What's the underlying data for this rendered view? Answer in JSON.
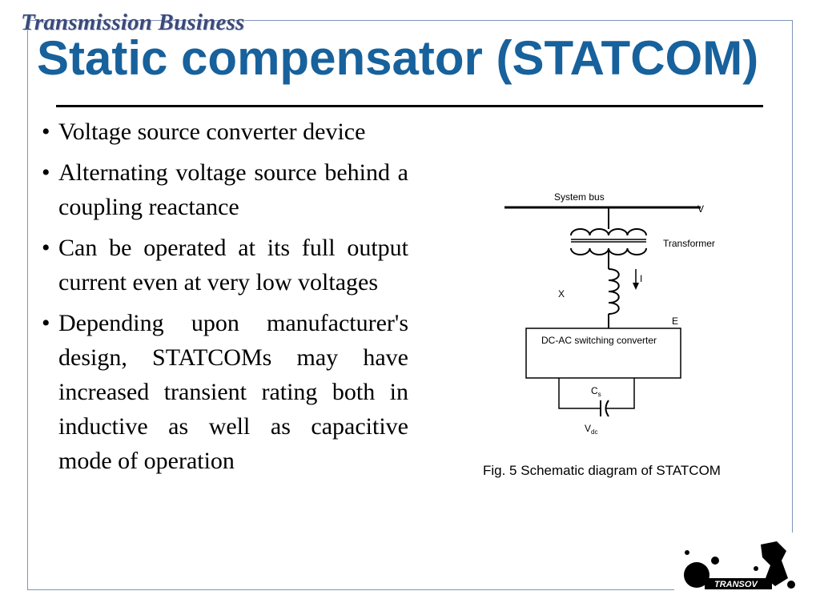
{
  "brand": "Transmission Business",
  "title": "Static compensator (STATCOM)",
  "bullets": [
    "Voltage source converter device",
    "Alternating voltage source behind a coupling reactance",
    "Can be operated at its full output current even at very low voltages",
    "Depending upon manufacturer's design, STATCOMs may have increased transient rating both in inductive as well as capacitive mode of operation"
  ],
  "diagram": {
    "system_bus": "System bus",
    "v": "V",
    "transformer": "Transformer",
    "i": "I",
    "x": "X",
    "e": "E",
    "converter": "DC-AC switching converter",
    "cs_main": "C",
    "cs_sub": "s",
    "vdc_main": "V",
    "vdc_sub": "dc"
  },
  "caption": "Fig. 5 Schematic diagram of STATCOM",
  "logo_text": "TRANSOV"
}
